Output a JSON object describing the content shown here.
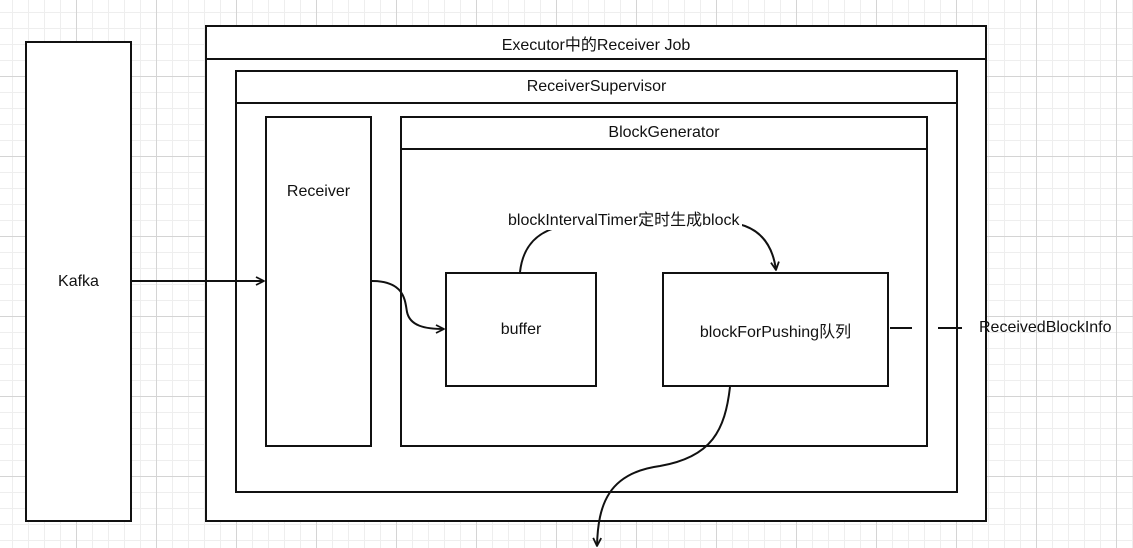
{
  "nodes": {
    "kafka": "Kafka",
    "executor_job": "Executor中的Receiver Job",
    "receiver_supervisor": "ReceiverSupervisor",
    "receiver": "Receiver",
    "block_generator": "BlockGenerator",
    "buffer": "buffer",
    "block_for_pushing": "blockForPushing队列"
  },
  "edge_labels": {
    "timer_loop": "blockIntervalTimer定时生成block",
    "received_block_info": "ReceivedBlockInfo"
  },
  "colors": {
    "stroke": "#111111",
    "grid_major": "#d4d4d4",
    "grid_minor": "#eeeeee",
    "background": "#ffffff"
  }
}
